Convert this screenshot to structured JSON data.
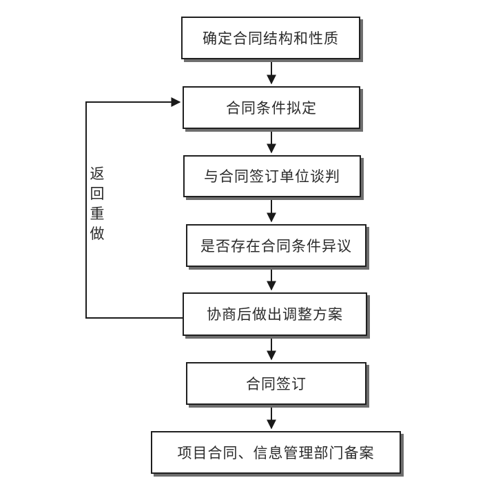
{
  "diagram": {
    "type": "flowchart",
    "language": "zh-CN",
    "nodes": [
      {
        "id": "n1",
        "label": "确定合同结构和性质"
      },
      {
        "id": "n2",
        "label": "合同条件拟定"
      },
      {
        "id": "n3",
        "label": "与合同签订单位谈判"
      },
      {
        "id": "n4",
        "label": "是否存在合同条件异议"
      },
      {
        "id": "n5",
        "label": "协商后做出调整方案"
      },
      {
        "id": "n6",
        "label": "合同签订"
      },
      {
        "id": "n7",
        "label": "项目合同、信息管理部门备案"
      }
    ],
    "edges": [
      {
        "from": "n1",
        "to": "n2",
        "type": "forward",
        "label": ""
      },
      {
        "from": "n2",
        "to": "n3",
        "type": "forward",
        "label": ""
      },
      {
        "from": "n3",
        "to": "n4",
        "type": "forward",
        "label": ""
      },
      {
        "from": "n4",
        "to": "n5",
        "type": "forward",
        "label": ""
      },
      {
        "from": "n5",
        "to": "n6",
        "type": "forward",
        "label": ""
      },
      {
        "from": "n6",
        "to": "n7",
        "type": "forward",
        "label": ""
      },
      {
        "from": "n5",
        "to": "n2",
        "type": "feedback-loop-left",
        "label": "返回重做"
      }
    ],
    "feedback_label": "返回重做",
    "colors": {
      "background": "#ffffff",
      "box_fill": "#ffffff",
      "box_border": "#1f1f1f",
      "box_shadow": "#6e6e6e",
      "line": "#1a1a1a",
      "text": "#2b2b2b"
    }
  }
}
